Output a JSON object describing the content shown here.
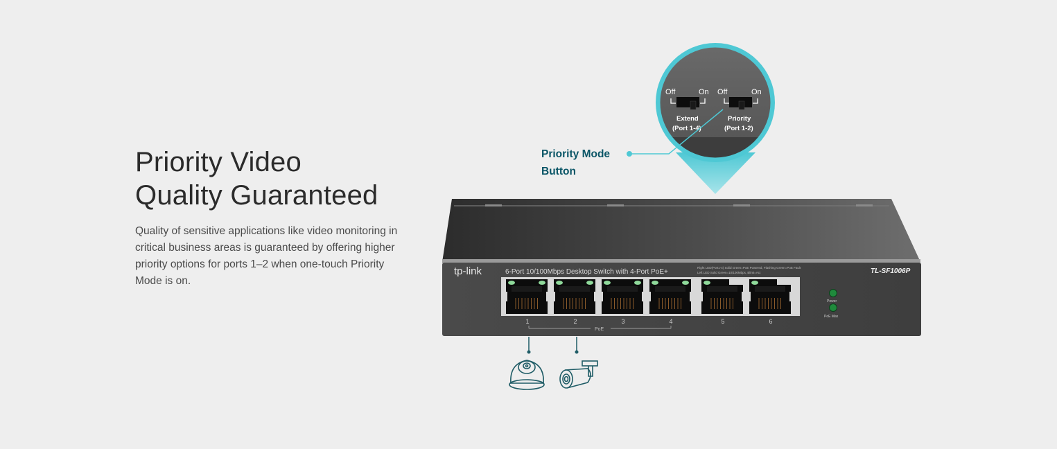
{
  "heading": {
    "line1": "Priority Video",
    "line2": "Quality Guaranteed"
  },
  "description": "Quality of sensitive applications like video monitoring in critical business areas is guaranteed by offering higher priority options for ports 1–2 when one-touch Priority Mode is on.",
  "callout": {
    "line1": "Priority Mode",
    "line2": "Button"
  },
  "magnifier": {
    "switch_extend": {
      "off": "Off",
      "on": "On",
      "name": "Extend",
      "ports": "(Port 1-4)"
    },
    "switch_priority": {
      "off": "Off",
      "on": "On",
      "name": "Priority",
      "ports": "(Port 1-2)"
    }
  },
  "device": {
    "brand": "tp-link",
    "description": "6-Port 10/100Mbps Desktop Switch with 4-Port PoE+",
    "led_legend_right": "Right LED(Port1-4)  Solid Green=PoE Powered, Flashing Green=PoE Fault",
    "led_legend_left": "Left LED  Solid Green=10/100Mbps, Blink=Act",
    "model": "TL-SF1006P",
    "ports": [
      "1",
      "2",
      "3",
      "4",
      "5",
      "6"
    ],
    "poe_label": "PoE",
    "status_leds": [
      "Power",
      "PoE Max"
    ]
  },
  "connected_devices": [
    "dome-camera",
    "bullet-camera"
  ],
  "colors": {
    "accent": "#4ec8d4",
    "callout_text": "#0a5566",
    "icon_stroke": "#1f5c66",
    "background": "#eeeeee"
  }
}
